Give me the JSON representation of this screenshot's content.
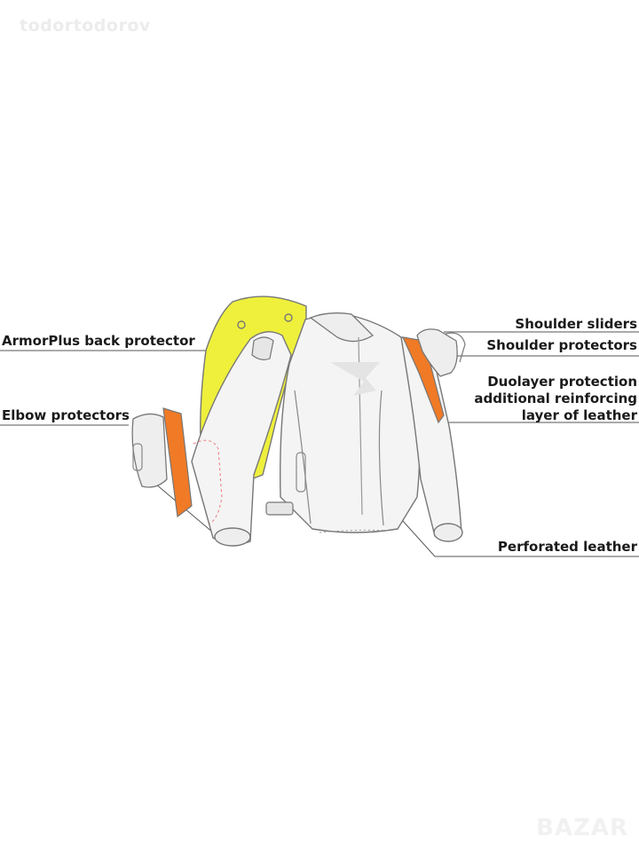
{
  "watermark": "todortodorov",
  "stamp": "BAZAR",
  "callouts": {
    "back_protector": "ArmorPlus back protector",
    "elbow_protectors": "Elbow protectors",
    "shoulder_sliders": "Shoulder sliders",
    "shoulder_protectors": "Shoulder protectors",
    "duolayer_1": "Duolayer protection",
    "duolayer_2": "additional reinforcing",
    "duolayer_3": "layer of leather",
    "perforated": "Perforated leather"
  },
  "colors": {
    "back_protector": "#eef03c",
    "elbow_protector": "#f07a26",
    "shoulder_protector": "#f07a26",
    "jacket_fill": "#f4f4f4",
    "outline": "#666666"
  }
}
